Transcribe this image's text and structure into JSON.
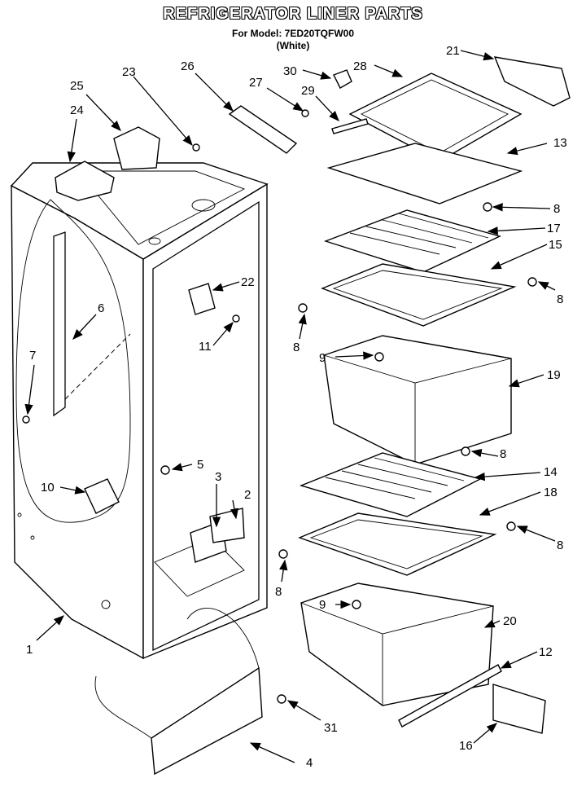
{
  "title": "REFRIGERATOR LINER PARTS",
  "model_line": "For Model: 7ED20TQFW00",
  "color_line": "(White)",
  "callouts": [
    "1",
    "2",
    "3",
    "4",
    "5",
    "6",
    "7",
    "8",
    "9",
    "10",
    "11",
    "12",
    "13",
    "14",
    "15",
    "16",
    "17",
    "18",
    "19",
    "20",
    "21",
    "22",
    "23",
    "24",
    "25",
    "26",
    "27",
    "28",
    "29",
    "30",
    "31"
  ],
  "duplicate_callouts": {
    "eight": "8",
    "nine": "9"
  }
}
